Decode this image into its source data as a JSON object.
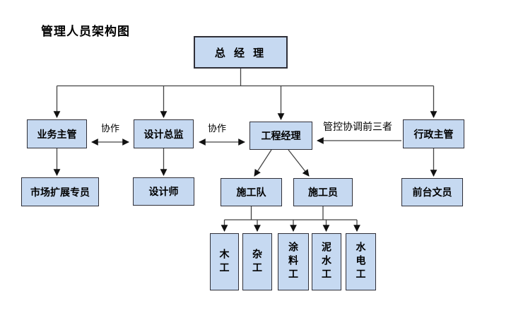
{
  "title": "管理人员架构图",
  "colors": {
    "box_fill": "#c6d9f1",
    "box_border": "#2f2f38",
    "connector": "#444444",
    "text": "#000000",
    "background": "#ffffff"
  },
  "nodes": {
    "ceo": {
      "label": "总 经 理",
      "level": 1
    },
    "business_manager": {
      "label": "业务主管",
      "level": 2
    },
    "design_director": {
      "label": "设计总监",
      "level": 2
    },
    "project_manager": {
      "label": "工程经理",
      "level": 2
    },
    "admin_manager": {
      "label": "行政主管",
      "level": 2
    },
    "market_specialist": {
      "label": "市场扩展专员",
      "level": 3
    },
    "designer": {
      "label": "设计师",
      "level": 3
    },
    "construction_team": {
      "label": "施工队",
      "level": 3
    },
    "construction_worker": {
      "label": "施工员",
      "level": 3
    },
    "front_desk": {
      "label": "前台文员",
      "level": 3
    },
    "carpenter": {
      "label": "木工",
      "level": 4
    },
    "handyman": {
      "label": "杂工",
      "level": 4
    },
    "painter": {
      "label": "涂料工",
      "level": 4
    },
    "mason": {
      "label": "泥水工",
      "level": 4
    },
    "plumber_electrician": {
      "label": "水电工",
      "level": 4
    }
  },
  "edge_labels": {
    "collaboration_left": "协作",
    "collaboration_right": "协作",
    "control_note": "管控协调前三者"
  }
}
